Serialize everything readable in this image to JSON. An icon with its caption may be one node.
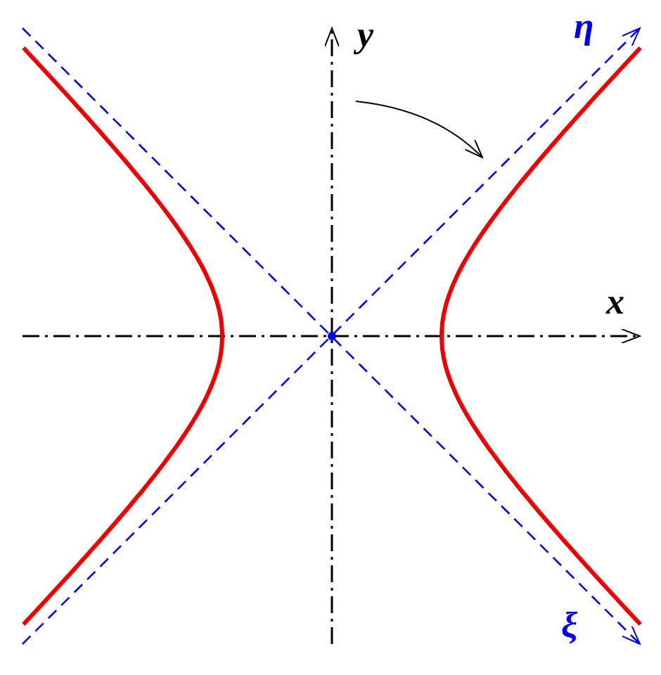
{
  "diagram": {
    "labels": [
      "y",
      "η",
      "x",
      "ξ"
    ]
  }
}
